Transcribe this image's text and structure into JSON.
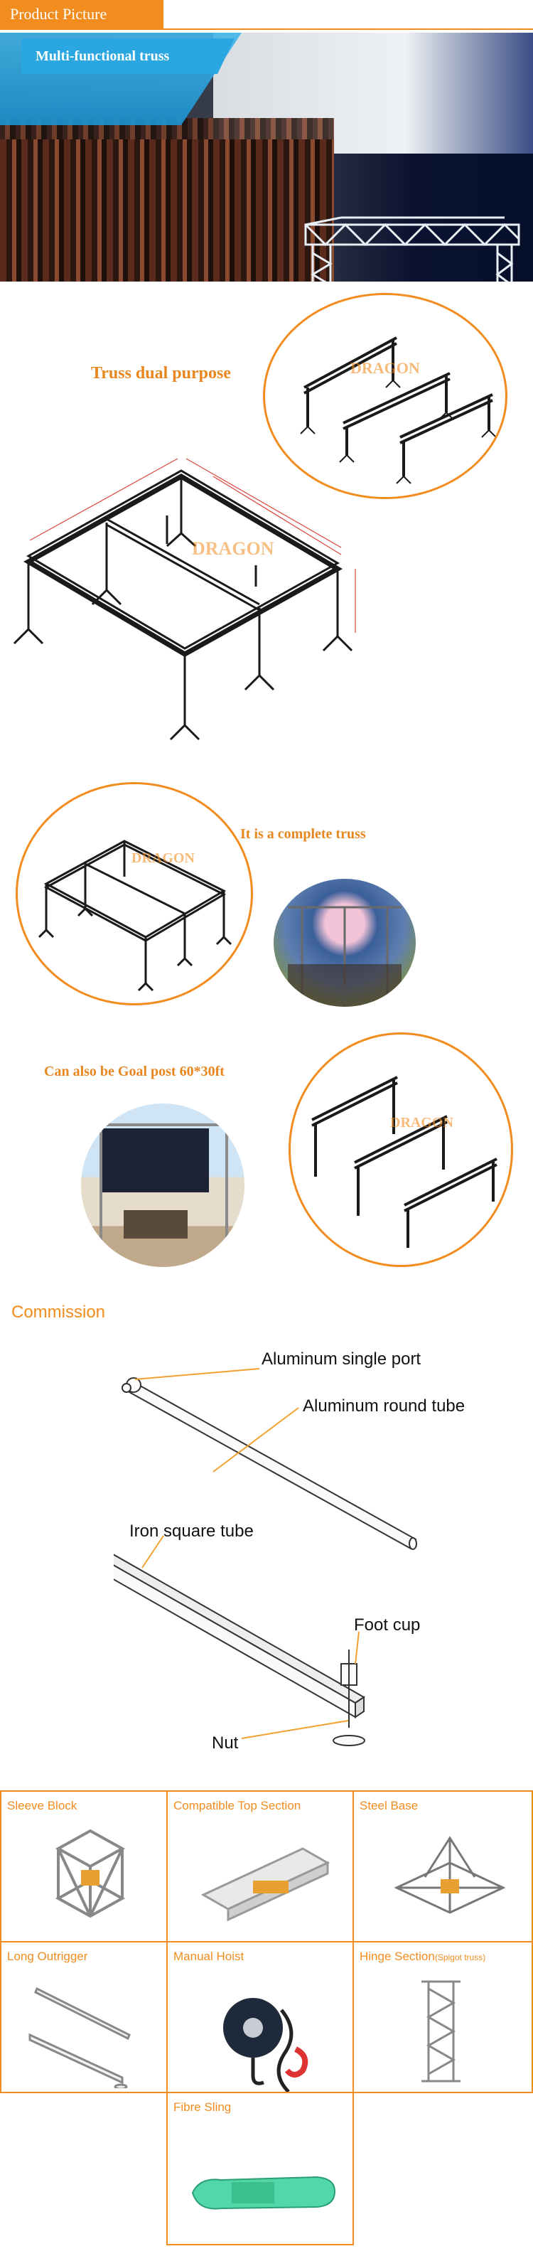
{
  "header": {
    "title": "Product Picture"
  },
  "banner": {
    "ribbon_text": "Multi-functional truss"
  },
  "sections": {
    "dual_purpose": "Truss dual purpose",
    "complete_truss": "It is a complete truss",
    "goal_post": "Can also be Goal post 60*30ft"
  },
  "watermark": "DRAGON",
  "commission": {
    "heading": "Commission",
    "labels": {
      "single_port": "Aluminum single port",
      "round_tube": "Aluminum round tube",
      "square_tube": "Iron square tube",
      "foot_cup": "Foot cup",
      "nut": "Nut"
    }
  },
  "accessories": [
    {
      "label": "Sleeve Block",
      "icon": "sleeve-block-image"
    },
    {
      "label": "Compatible Top Section",
      "icon": "top-section-image"
    },
    {
      "label": "Steel Base",
      "icon": "steel-base-image"
    },
    {
      "label": "Long Outrigger",
      "icon": "outrigger-image"
    },
    {
      "label": "Manual Hoist",
      "icon": "hoist-image"
    },
    {
      "label": "Hinge Section",
      "note": "(Spigot truss)",
      "icon": "hinge-section-image"
    },
    {
      "label": "Fibre Sling",
      "icon": "sling-image"
    }
  ],
  "colors": {
    "accent": "#f28c1f",
    "ribbon": "#2aa6e0",
    "truss": "#1a1a1a",
    "dimension": "#d9463a"
  }
}
